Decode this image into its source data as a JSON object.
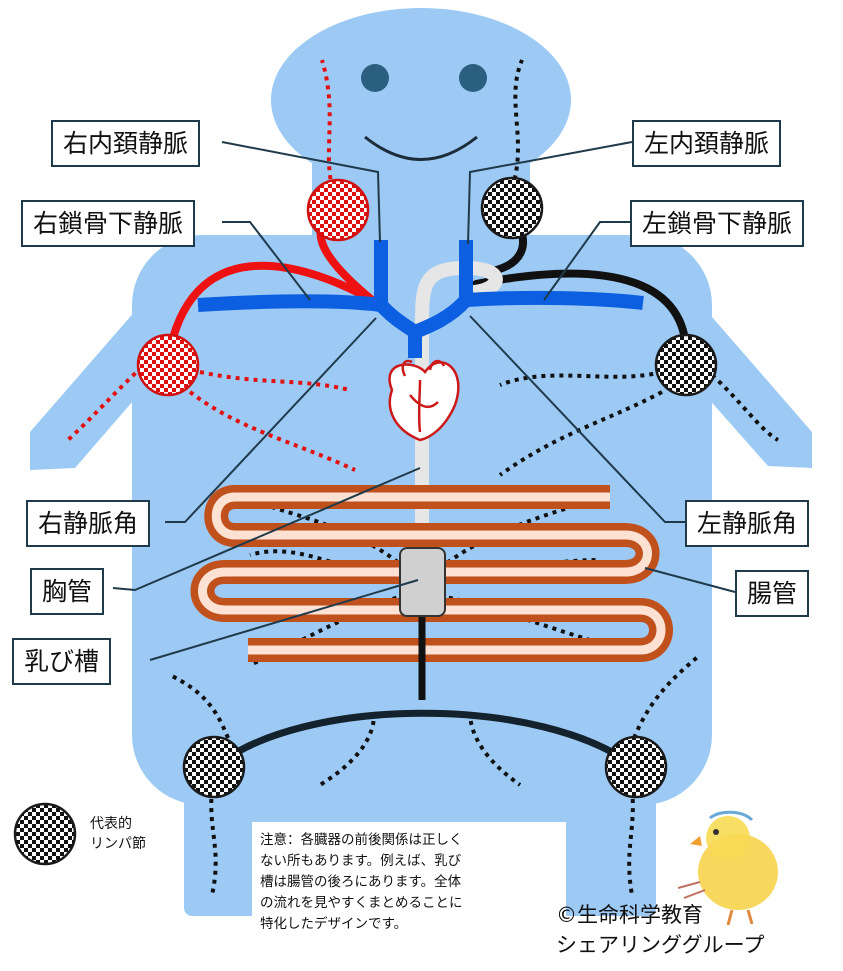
{
  "labels": {
    "right_internal_jugular": "右内頚静脈",
    "left_internal_jugular": "左内頚静脈",
    "right_subclavian": "右鎖骨下静脈",
    "left_subclavian": "左鎖骨下静脈",
    "right_venous_angle": "右静脈角",
    "left_venous_angle": "左静脈角",
    "thoracic_duct": "胸管",
    "intestine": "腸管",
    "cisterna_chyli": "乳び槽"
  },
  "legend": {
    "line1": "代表的",
    "line2": "リンパ節"
  },
  "note": {
    "line1": "注意：各臓器の前後関係は正しく",
    "line2": "ない所もあります。例えば、乳び",
    "line3": "槽は腸管の後ろにあります。全体",
    "line4": "の流れを見やすくまとめることに",
    "line5": "特化したデザインです。"
  },
  "copyright": {
    "line1": "©生命科学教育",
    "line2": "シェアリンググループ"
  },
  "colors": {
    "body": "#9ccaf5",
    "vein": "#0b5fe0",
    "right_lymph": "#ee1111",
    "left_lymph": "#111111",
    "intestine": "#c0501c",
    "duct": "#e6e6e6",
    "eyes": "#2a5f80"
  }
}
